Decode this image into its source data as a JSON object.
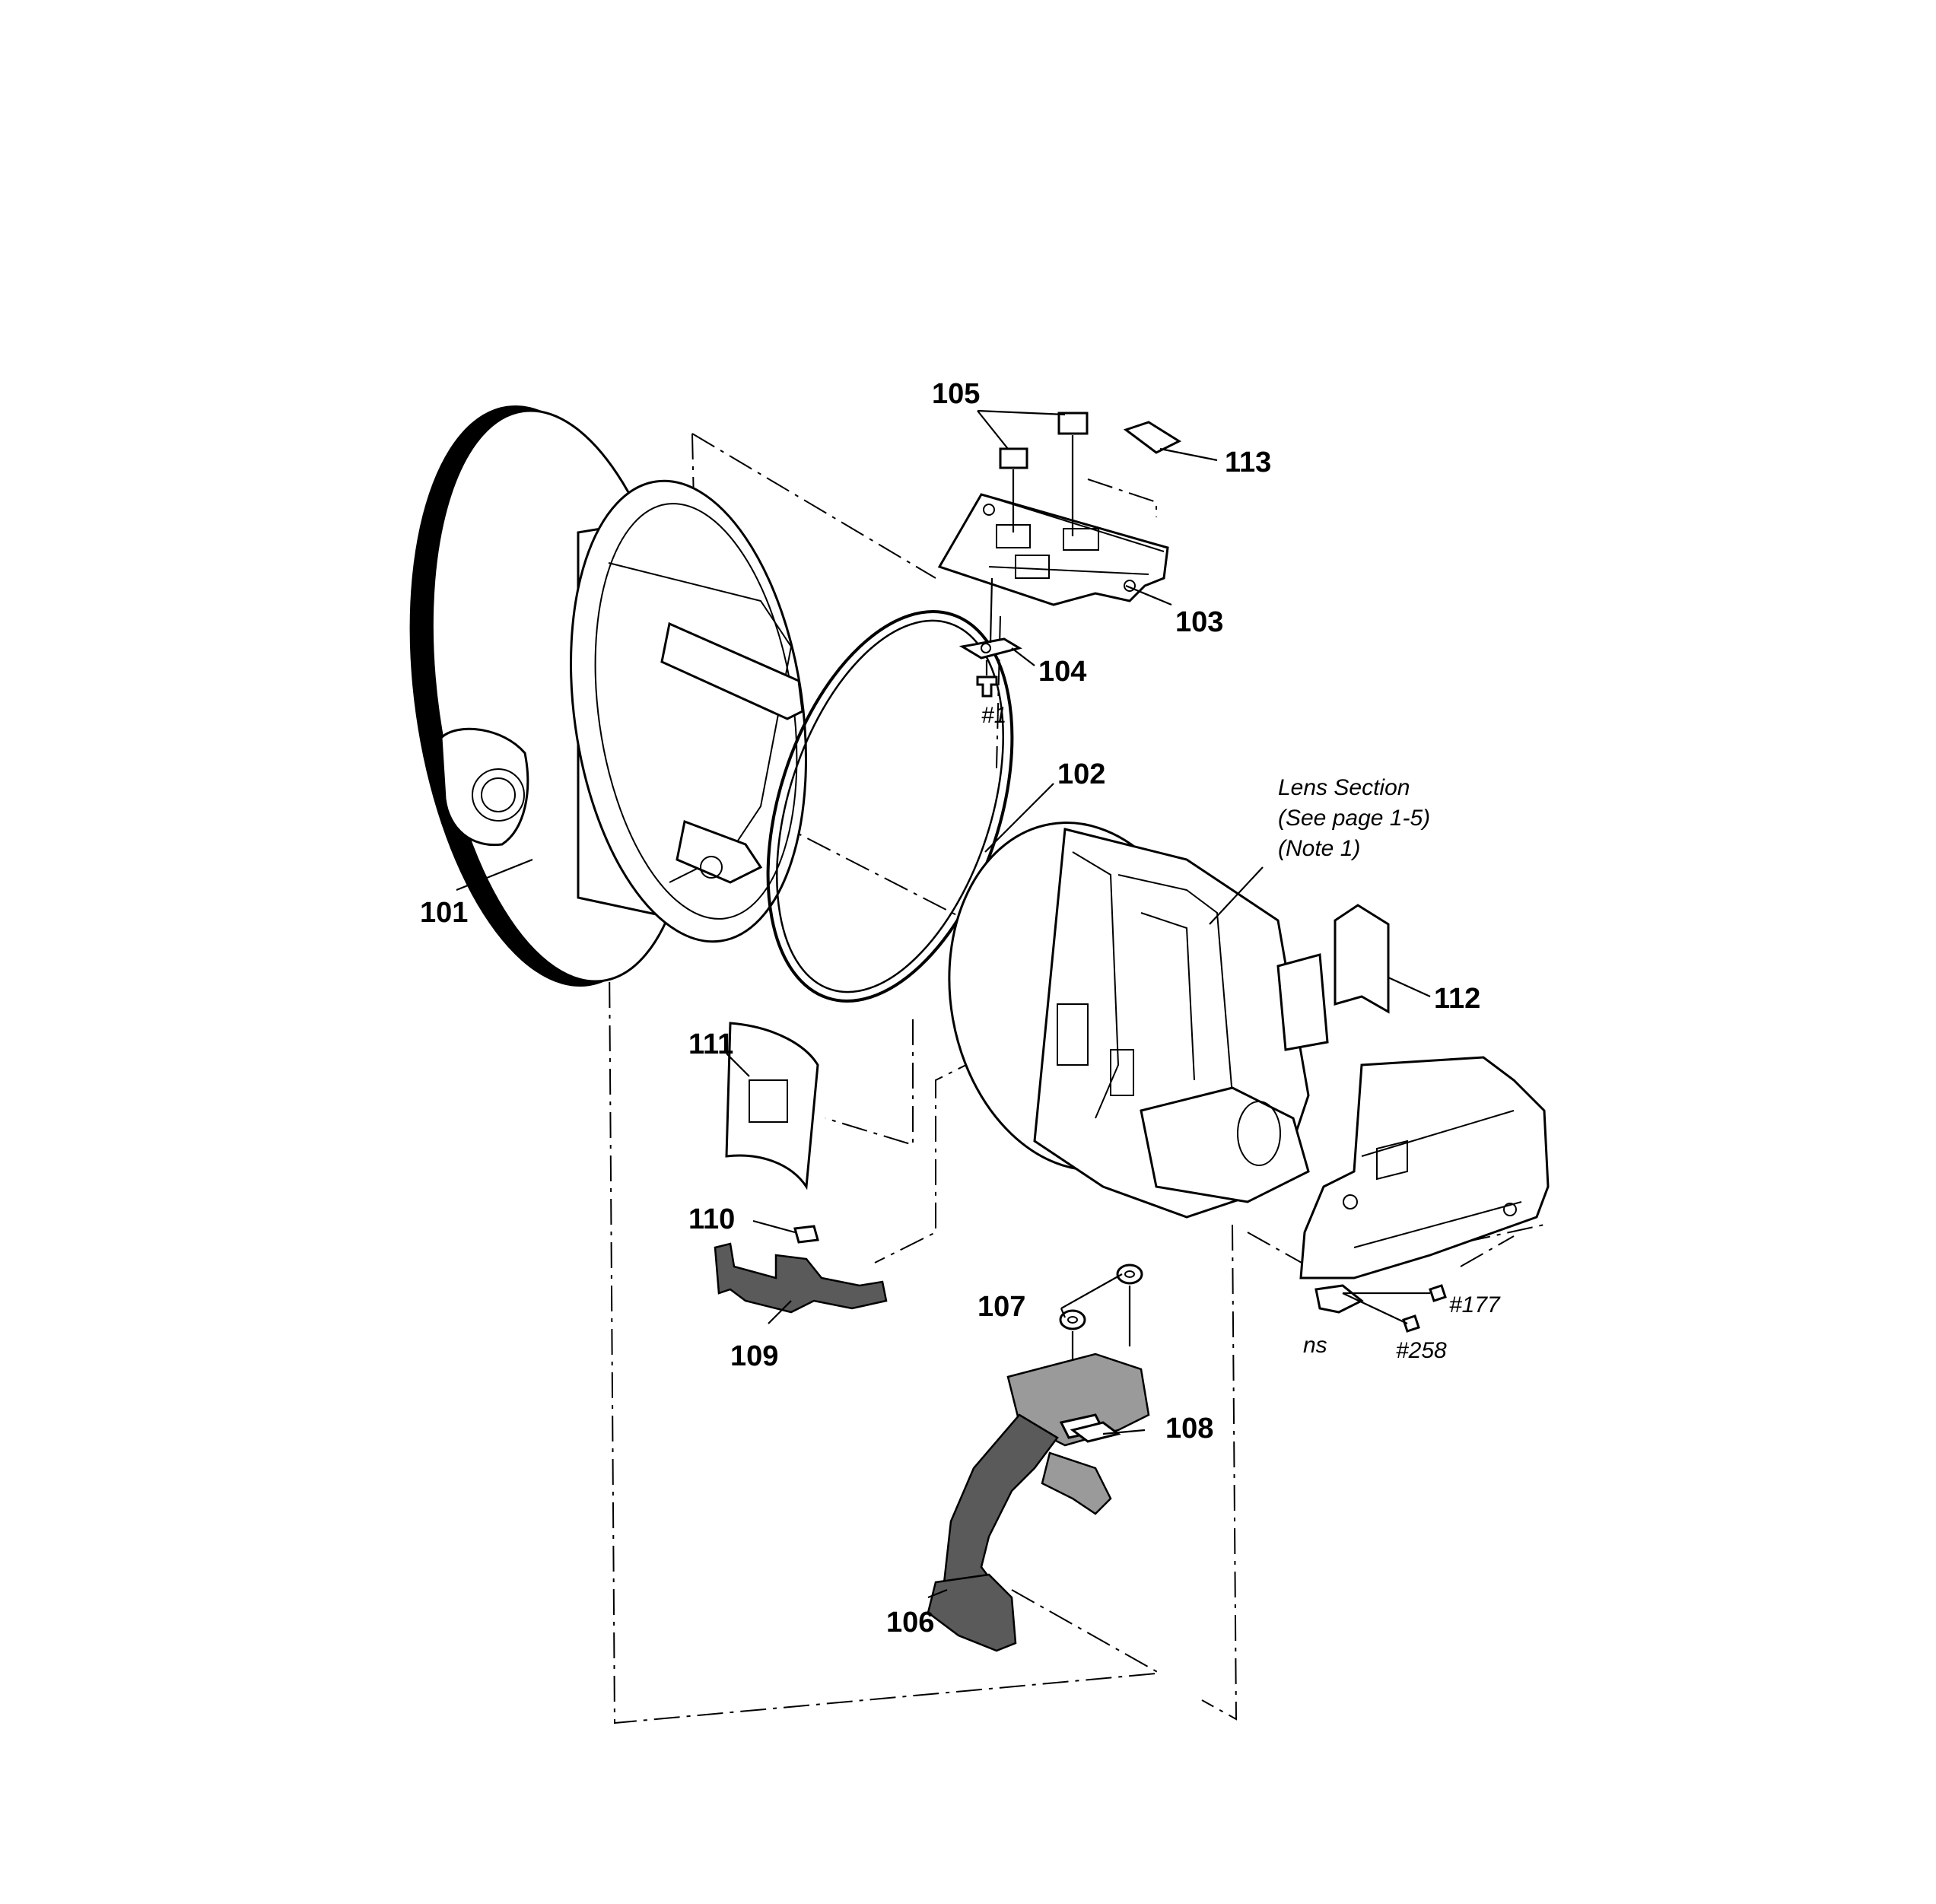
{
  "labels": {
    "p101": "101",
    "p102": "102",
    "p103": "103",
    "p104": "104",
    "p105": "105",
    "p106": "106",
    "p107": "107",
    "p108": "108",
    "p109": "109",
    "p110": "110",
    "p111": "111",
    "p112": "112",
    "p113": "113",
    "s1": "#1",
    "s177": "#177",
    "s258": "#258",
    "ns": "ns"
  },
  "lens_note": {
    "line1": "Lens Section",
    "line2": "(See page 1-5)",
    "line3": "(Note 1)"
  }
}
